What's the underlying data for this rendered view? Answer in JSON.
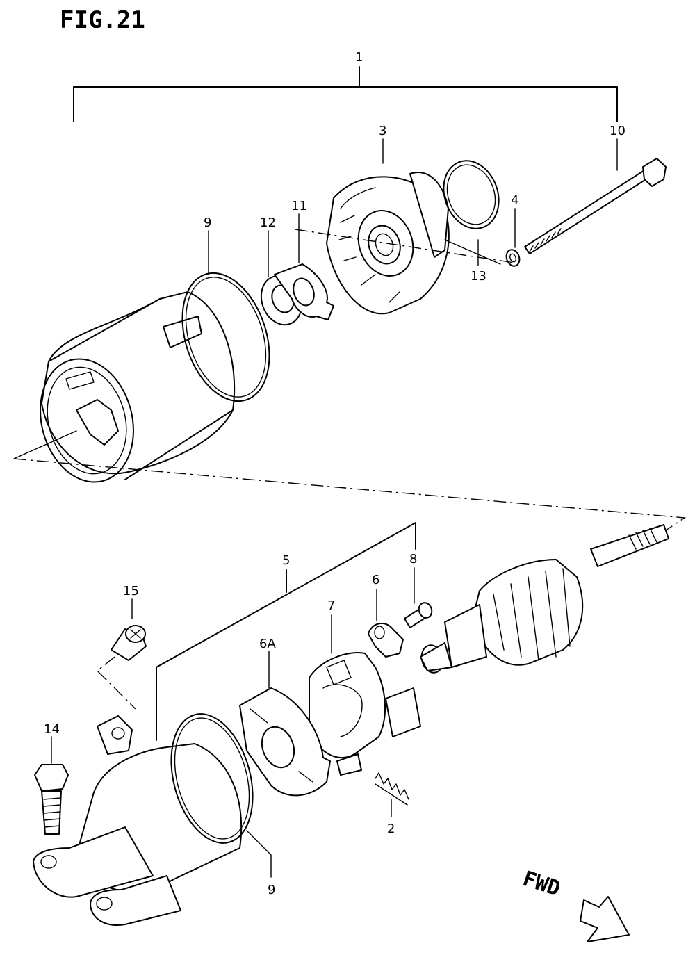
{
  "figure": {
    "title": "FIG.21",
    "direction_label": "FWD"
  },
  "callouts": {
    "c1": "1",
    "c2": "2",
    "c3": "3",
    "c4": "4",
    "c5": "5",
    "c6": "6",
    "c6a": "6A",
    "c7": "7",
    "c8": "8",
    "c9_top": "9",
    "c9_bottom": "9",
    "c10": "10",
    "c11": "11",
    "c12": "12",
    "c13": "13",
    "c14": "14",
    "c15": "15"
  },
  "icons": {
    "direction": "arrow-right-down-icon"
  }
}
